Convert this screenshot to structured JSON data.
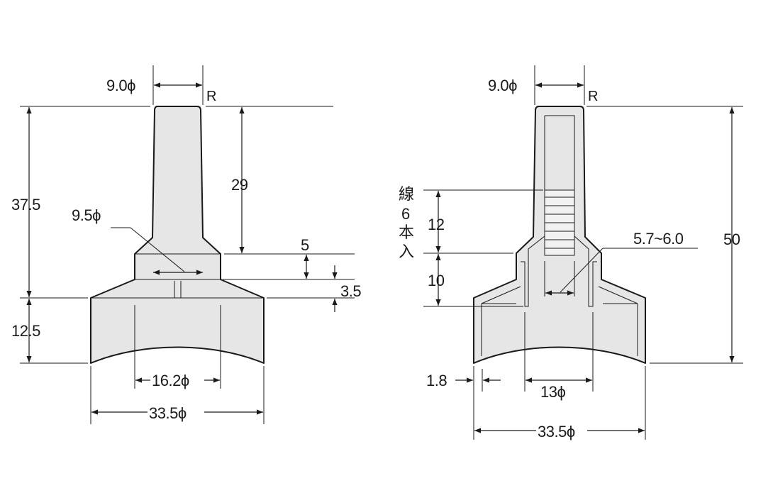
{
  "left_view": {
    "dimensions": {
      "tip_dia": "9.0ϕ",
      "radius": "R",
      "height_total": "37.5",
      "height_upper": "29",
      "shoulder": "5",
      "inner_dia": "9.5ϕ",
      "step": "3.5",
      "skirt_height": "12.5",
      "skirt_inner_dia": "16.2ϕ",
      "skirt_outer_dia": "33.5ϕ"
    }
  },
  "right_view": {
    "dimensions": {
      "tip_dia": "9.0ϕ",
      "radius": "R",
      "wire_count_label": [
        "線",
        "6",
        "本",
        "入"
      ],
      "thread_length": "12",
      "lower_length": "10",
      "thread_dia": "5.7~6.0",
      "height_total": "50",
      "wall_thickness": "1.8",
      "skirt_inner_dia": "13ϕ",
      "skirt_outer_dia": "33.5ϕ"
    }
  },
  "colors": {
    "part_fill": "#e6e6e6",
    "line": "#1a1a1a",
    "background": "#ffffff"
  }
}
